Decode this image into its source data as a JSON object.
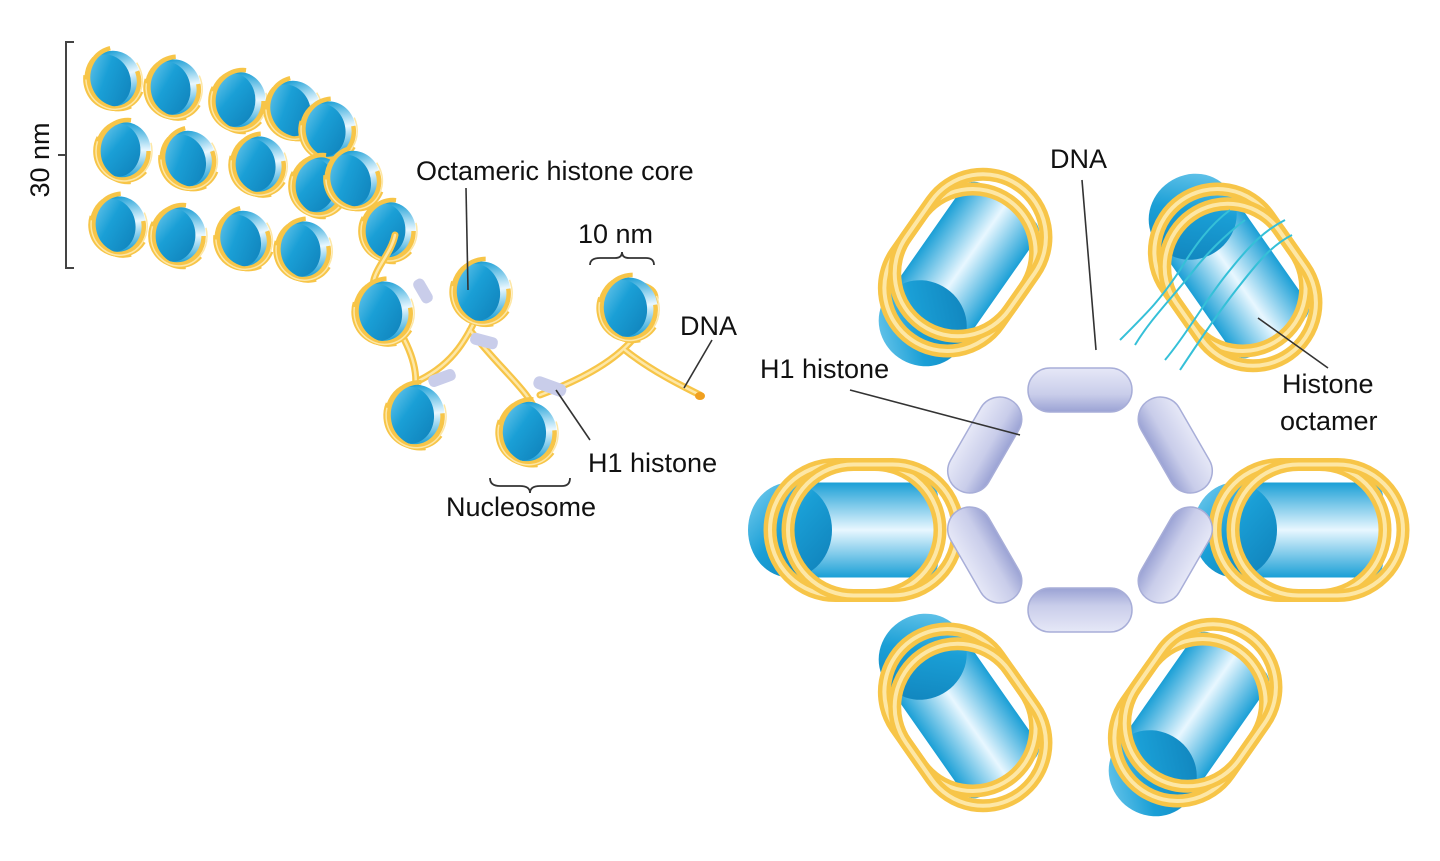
{
  "labels": {
    "fiber_width": "30 nm",
    "octameric_core": "Octameric histone core",
    "spacing": "10 nm",
    "dna_left": "DNA",
    "h1_left": "H1 histone",
    "nucleosome": "Nucleosome",
    "dna_right": "DNA",
    "h1_right": "H1 histone",
    "histone_octamer_line1": "Histone",
    "histone_octamer_line2": "octamer"
  },
  "colors": {
    "histone_blue": "#1a9fd6",
    "histone_blue_light": "#7ed0f0",
    "dna_yellow": "#f7c548",
    "dna_light": "#fde7a6",
    "h1_lavender": "#c9cdea",
    "h1_lavender_dark": "#9aa2d4",
    "dna_orange": "#f0a020"
  }
}
